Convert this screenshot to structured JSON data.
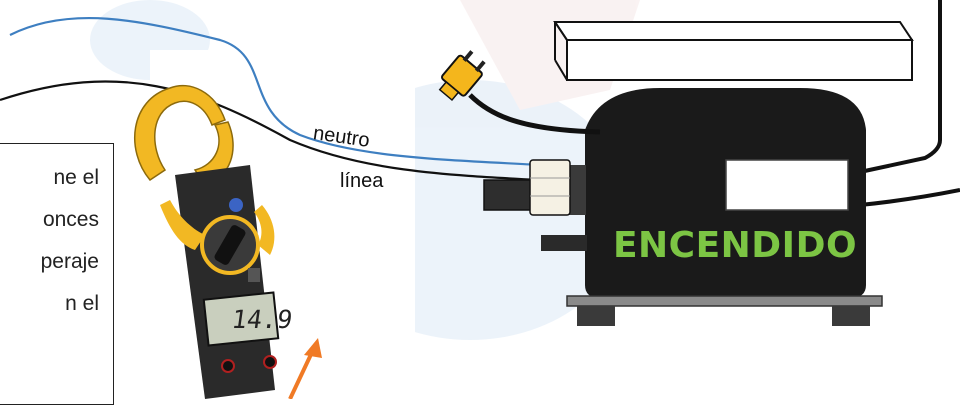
{
  "note": {
    "lines": [
      "ne el",
      "onces",
      "peraje",
      "n el"
    ]
  },
  "wires": {
    "neutral_label": "neutro",
    "line_label": "línea"
  },
  "compressor": {
    "status_label": "ENCENDIDO"
  },
  "meter": {
    "display_value": "14.9"
  },
  "colors": {
    "status_text": "#7cc544",
    "neutral_wire": "#3e7fc1",
    "line_wire": "#111111",
    "meter_body": "#f2b823",
    "arrow": "#f07a25",
    "plug": "#f4b61c"
  }
}
